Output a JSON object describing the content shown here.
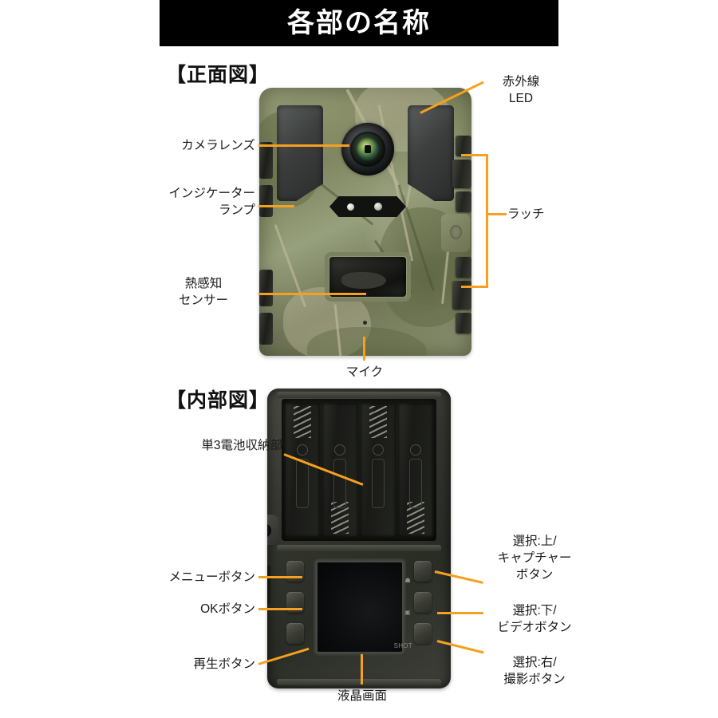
{
  "header": {
    "title": "各部の名称"
  },
  "sections": {
    "front": {
      "heading": "【正面図】"
    },
    "inner": {
      "heading": "【内部図】"
    }
  },
  "front_callouts": {
    "camera_lens": "カメラレンズ",
    "indicator_lamp": "インジケーター\nランプ",
    "heat_sensor": "熱感知\nセンサー",
    "ir_led": "赤外線\nLED",
    "latch": "ラッチ",
    "mic": "マイク"
  },
  "inner_callouts": {
    "battery_compartment": "単3電池収納部",
    "menu_button": "メニューボタン",
    "ok_button": "OKボタン",
    "play_button": "再生ボタン",
    "select_up_capture": "選択:上/\nキャプチャー\nボタン",
    "select_down_video": "選択:下/\nビデオボタン",
    "select_right_shoot": "選択:右/\n撮影ボタン",
    "lcd_screen": "液晶画面"
  },
  "device_markings": {
    "shot_label": "SHOT"
  },
  "colors": {
    "banner_bg": "#000000",
    "banner_text": "#FFFFFF",
    "leader_orange": "#F5A01E",
    "label_text": "#1A1A1A",
    "page_bg": "#FFFFFF"
  }
}
